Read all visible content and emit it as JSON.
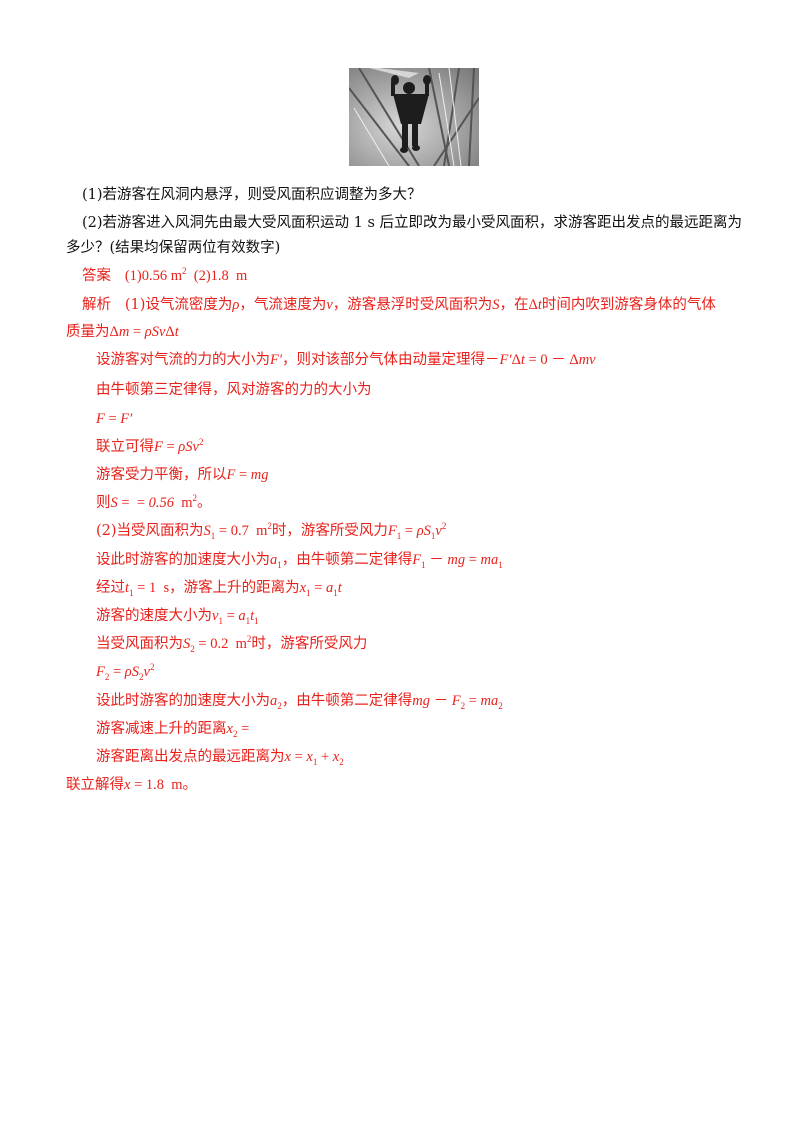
{
  "q1": "(1)若游客在风洞内悬浮，则受风面积应调整为多大？",
  "q2_line1": "(2)若游客进入风洞先由最大受风面积运动 1  s 后立即改为最小受风面积，求游客距出发点的最远距离为",
  "q2_line2": "多少？(结果均保留两位有效数字)",
  "answer_label": "答案",
  "answer_text": "(1)0.56  m",
  "answer_text2": "  (2)1.8  m",
  "analysis_label": "解析",
  "a1": "(1)设气流密度为",
  "a1b": "，气流速度为",
  "a1c": "，游客悬浮时受风面积为",
  "a1d": "，在",
  "a1e": "时间内吹到游客身体的气体",
  "a2": "质量为",
  "a3": "设游客对气流的力的大小为",
  "a3b": "，则对该部分气体由动量定理得",
  "a4": "由牛顿第三定律得，风对游客的力的大小为",
  "a6": "联立可得",
  "a7": "游客受力平衡，所以",
  "a8": "则",
  "a8b": "0.56",
  "a8c": "  m",
  "a8d": "。",
  "a9": "(2)当受风面积为",
  "a9b": "0.7  m",
  "a9c": "时，游客所受风力",
  "a10": "设此时游客的加速度大小为",
  "a10b": "，由牛顿第二定律得",
  "a11": "经过",
  "a11b": "1  s",
  "a11c": "，游客上升的距离为",
  "a12": "游客的速度大小为",
  "a13": "当受风面积为",
  "a13b": "0.2  m",
  "a13c": "时，游客所受风力",
  "a15": "设此时游客的加速度大小为",
  "a15b": "，由牛顿第二定律得",
  "a16": "游客减速上升的距离",
  "a17": "游客距离出发点的最远距离为",
  "a18": "联立解得",
  "a18b": "1.8  m",
  "a18c": "。"
}
